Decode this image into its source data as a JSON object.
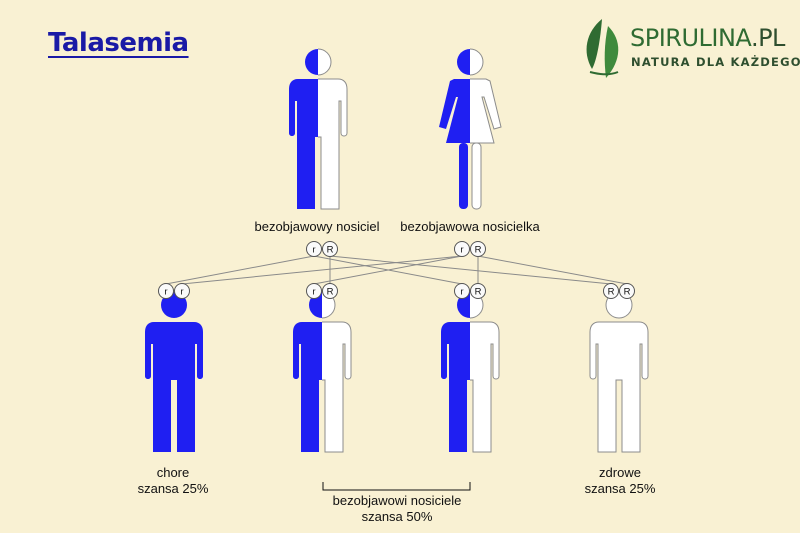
{
  "title": "Talasemia",
  "logo": {
    "brand": "SPIRULINA",
    "suffix": ".PL",
    "tagline": "NATURA DLA KAŻDEGO"
  },
  "colors": {
    "background": "#f9f1d3",
    "affected": "#1f1ff2",
    "healthy": "#ffffff",
    "outline": "#8c8c8c",
    "title": "#1a1aa6",
    "logo_green": "#2f6b32"
  },
  "parents": {
    "father": {
      "label": "bezobjawowy nosiciel",
      "alleles": [
        "r",
        "R"
      ],
      "status": "carrier"
    },
    "mother": {
      "label": "bezobjawowa nosicielka",
      "alleles": [
        "r",
        "R"
      ],
      "status": "carrier"
    }
  },
  "children": [
    {
      "alleles": [
        "r",
        "r"
      ],
      "status": "affected"
    },
    {
      "alleles": [
        "r",
        "R"
      ],
      "status": "carrier"
    },
    {
      "alleles": [
        "r",
        "R"
      ],
      "status": "carrier"
    },
    {
      "alleles": [
        "R",
        "R"
      ],
      "status": "healthy"
    }
  ],
  "outcomes": {
    "affected": {
      "label": "chore",
      "chance": "szansa 25%"
    },
    "carriers": {
      "label": "bezobjawowi nosiciele",
      "chance": "szansa 50%"
    },
    "healthy": {
      "label": "zdrowe",
      "chance": "szansa 25%"
    }
  }
}
